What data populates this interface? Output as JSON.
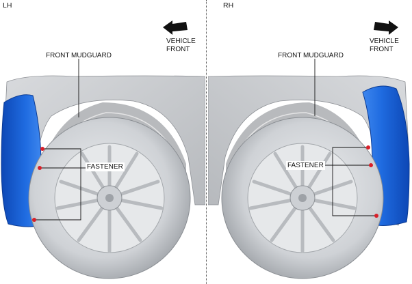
{
  "lh": {
    "side": "LH",
    "direction": [
      "VEHICLE",
      "FRONT"
    ],
    "part_label": "FRONT MUDGUARD",
    "fastener_label": "FASTENER"
  },
  "rh": {
    "side": "RH",
    "direction": [
      "VEHICLE",
      "FRONT"
    ],
    "part_label": "FRONT MUDGUARD",
    "fastener_label": "FASTENER"
  },
  "colors": {
    "mudguard": "#1a5fd0",
    "mudguard_dark": "#0b3d99",
    "fastener": "#d8202a",
    "body_gray": "#c9cbcf",
    "tire": "#d2d4d7"
  },
  "arrows": {
    "lh": "arrow-left-icon",
    "rh": "arrow-right-icon"
  }
}
